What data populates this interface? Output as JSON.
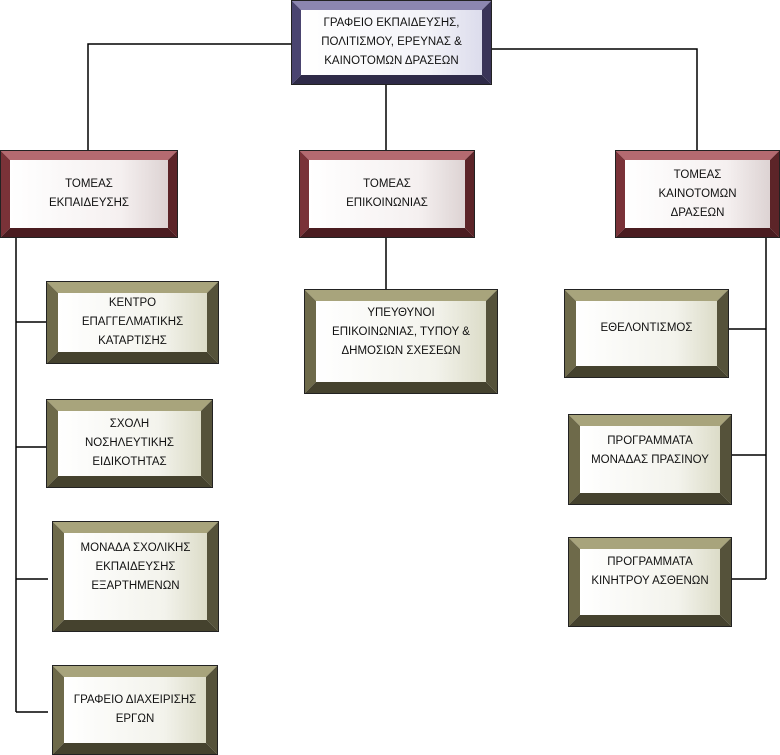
{
  "top": {
    "label": "ΓΡΑΦΕΙΟ ΕΚΠΑΙΔΕΥΣΗΣ,\nΠΟΛΙΤΙΣΜΟΥ, ΕΡΕΥΝΑΣ &\nΚΑΙΝΟΤΟΜΩΝ ΔΡΑΣΕΩΝ"
  },
  "sectors": [
    {
      "label": "ΤΟΜΕΑΣ\nΕΚΠΑΙΔΕΥΣΗΣ"
    },
    {
      "label": "ΤΟΜΕΑΣ\nΕΠΙΚΟΙΝΩΝΙΑΣ"
    },
    {
      "label": "ΤΟΜΕΑΣ\nΚΑΙΝΟΤΟΜΩΝ\nΔΡΑΣΕΩΝ"
    }
  ],
  "education_units": [
    {
      "label": "ΚΕΝΤΡΟ\nΕΠΑΓΓΕΛΜΑΤΙΚΗΣ\nΚΑΤΑΡΤΙΣΗΣ"
    },
    {
      "label": "ΣΧΟΛΗ\nΝΟΣΗΛΕΥΤΙΚΗΣ\nΕΙΔΙΚΟΤΗΤΑΣ"
    },
    {
      "label": "ΜΟΝΑΔΑ ΣΧΟΛΙΚΗΣ\nΕΚΠΑΙΔΕΥΣΗΣ\nΕΞΑΡΤΗΜΕΝΩΝ"
    },
    {
      "label": "ΓΡΑΦΕΙΟ ΔΙΑΧΕΙΡΙΣΗΣ\nΕΡΓΩΝ"
    }
  ],
  "communication_units": [
    {
      "label": "ΥΠΕΥΘΥΝΟΙ\nΕΠΙΚΟΙΝΩΝΙΑΣ, ΤΥΠΟΥ &\nΔΗΜΟΣΙΩΝ ΣΧΕΣΕΩΝ"
    }
  ],
  "innovation_units": [
    {
      "label": "ΕΘΕΛΟΝΤΙΣΜΟΣ"
    },
    {
      "label": "ΠΡΟΓΡΑΜΜΑΤΑ\nΜΟΝΑΔΑΣ ΠΡΑΣΙΝΟΥ"
    },
    {
      "label": "ΠΡΟΓΡΑΜΜΑΤΑ\nΚΙΝΗΤΡΟΥ ΑΣΘΕΝΩΝ"
    }
  ],
  "colors": {
    "top_frame": "#5c5580",
    "sector_frame": "#7a3b3e",
    "unit_frame": "#6e6a4a",
    "connector": "#000000"
  }
}
